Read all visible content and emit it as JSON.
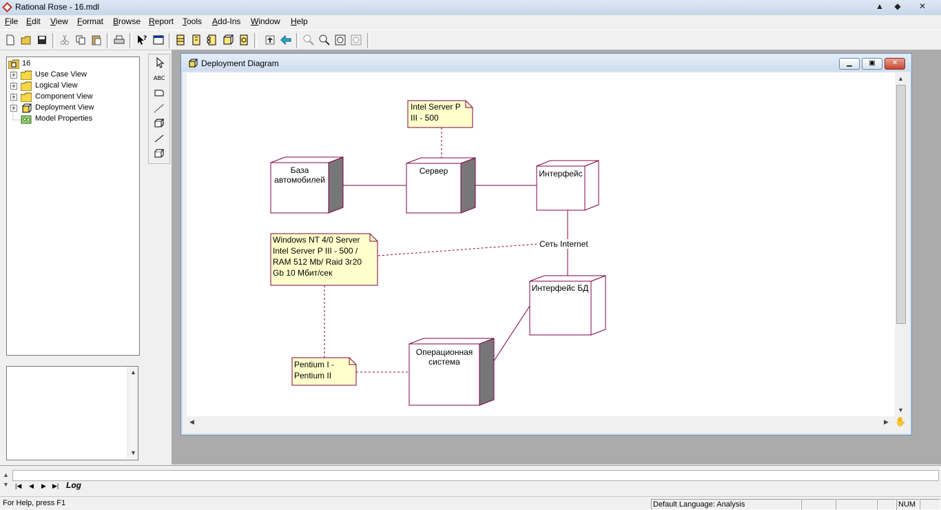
{
  "window": {
    "title": "Rational Rose - 16.mdl"
  },
  "menu": [
    "File",
    "Edit",
    "View",
    "Format",
    "Browse",
    "Report",
    "Tools",
    "Add-Ins",
    "Window",
    "Help"
  ],
  "browser": {
    "root": "16",
    "items": [
      "Use Case View",
      "Logical View",
      "Component View",
      "Deployment View",
      "Model Properties"
    ]
  },
  "palette": {
    "text_tool": "ABC"
  },
  "diagram": {
    "title": "Deployment Diagram",
    "nodes": {
      "db_cars": [
        "База",
        "автомобилей"
      ],
      "server": [
        "Сервер"
      ],
      "interface": [
        "Интерфейс"
      ],
      "interface_db": [
        "Интерфейс БД"
      ],
      "os": [
        "Операционная",
        "система"
      ]
    },
    "notes": {
      "server_note": [
        "Intel Server P",
        "III - 500"
      ],
      "windows_note": [
        "Windows NT 4/0 Server",
        "Intel Server P III - 500 /",
        "RAM 512 Mb/ Raid 3г20",
        "Gb 10 Мбит/сек"
      ],
      "pentium_note": [
        "Pentium I -",
        "Pentium II"
      ]
    },
    "connection_label": "Сеть Internet",
    "colors": {
      "node_border": "#800040",
      "note_fill": "#ffffcc",
      "node_side": "#777777"
    }
  },
  "log": {
    "tab": "Log"
  },
  "status": {
    "help": "For Help, press F1",
    "language": "Default Language: Analysis",
    "num": "NUM"
  }
}
